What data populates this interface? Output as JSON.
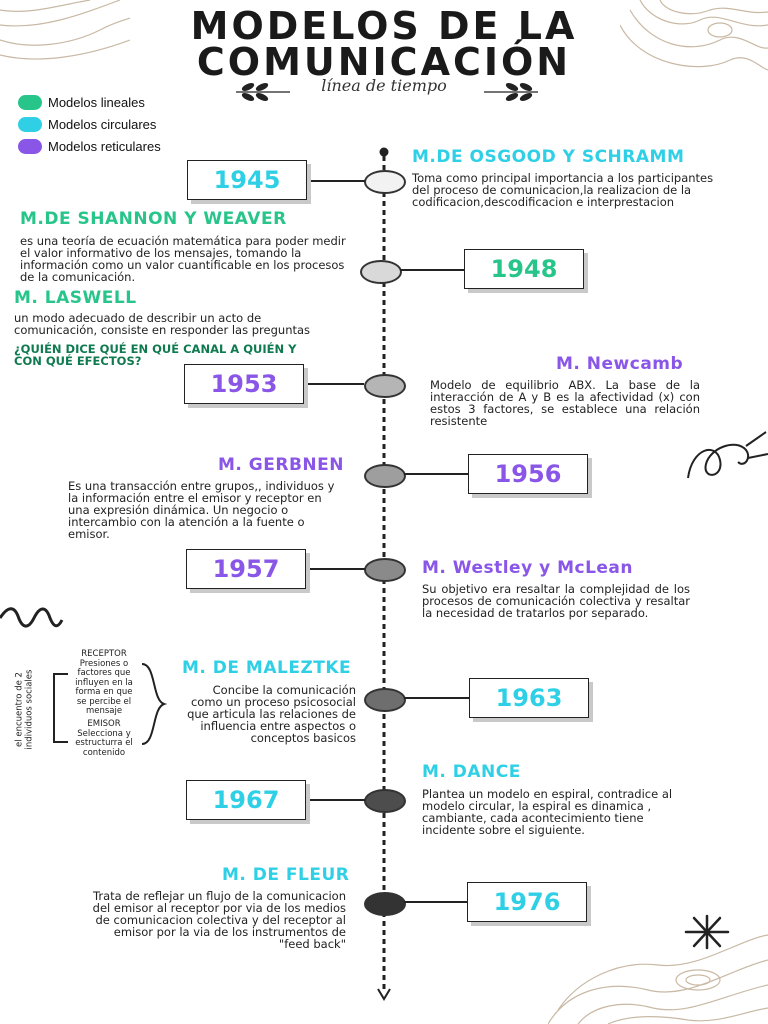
{
  "header": {
    "title_line1": "MODELOS DE LA",
    "title_line2": "COMUNICACIÓN",
    "subtitle": "línea de tiempo"
  },
  "legend": [
    {
      "label": "Modelos lineales",
      "color": "#27c58a"
    },
    {
      "label": "Modelos circulares",
      "color": "#2fd0e6"
    },
    {
      "label": "Modelos reticulares",
      "color": "#8a56e8"
    }
  ],
  "entries": [
    {
      "year": "1945",
      "name": "M.DE OSGOOD Y SCHRAMM",
      "text": "Toma como principal importancia a los participantes del proceso de comunicacion,la realizacion de la codificacion,descodificacion e interprestacion"
    },
    {
      "year": "1948",
      "name": "M.DE SHANNON Y WEAVER",
      "text": "es una teoría de ecuación matemática para poder medir el valor informativo de los mensajes, tomando la información como un valor cuantificable en los procesos de la comunicación."
    },
    {
      "year": "1953",
      "name": "M. LASWELL",
      "text": "un modo adecuado de describir un acto de comunicación, consiste en responder las preguntas",
      "highlight": "¿QUIÉN DICE QUÉ EN QUÉ CANAL A QUIÉN Y CON QUÉ EFECTOS?"
    },
    {
      "year": "1953",
      "name": "M. Newcamb",
      "text": "Modelo de equilibrio ABX. La base de la interacción de A y B es la afectividad (x) con estos 3 factores, se establece una relación resistente"
    },
    {
      "year": "1956",
      "name": "M. GERBNEN",
      "text": "Es una transacción entre grupos,, individuos y la información entre el emisor y receptor en una expresión dinámica. Un negocio o intercambio con la atención a la fuente o emisor."
    },
    {
      "year": "1957",
      "name": "M. Westley y McLean",
      "text": "Su objetivo era resaltar la complejidad de los procesos de comunicación colectiva y resaltar la necesidad de tratarlos por separado."
    },
    {
      "year": "1963",
      "name": "M. DE MALEZTKE",
      "text": "Concibe la comunicación como un proceso psicosocial que articula las relaciones de influencia entre aspectos o conceptos basicos"
    },
    {
      "year": "1967",
      "name": "M. DANCE",
      "text": "Plantea un modelo en espiral, contradice al modelo circular, la espiral es dinamica , cambiante, cada acontecimiento tiene incidente sobre el siguiente."
    },
    {
      "year": "1976",
      "name": "M. DE FLEUR",
      "text": "Trata de reflejar un flujo de la comunicacion del emisor al receptor por via de los medios de comunicacion colectiva y del receptor al emisor por la via de los instrumentos de \"feed back\""
    }
  ],
  "maletzke_note": {
    "side_label": "el encuentro de 2 individuos sociales",
    "receptor": "RECEPTOR Presiones o factores que influyen en la forma en que se percibe el mensaje",
    "emisor": "EMISOR Selecciona y estructurra el contenido"
  }
}
